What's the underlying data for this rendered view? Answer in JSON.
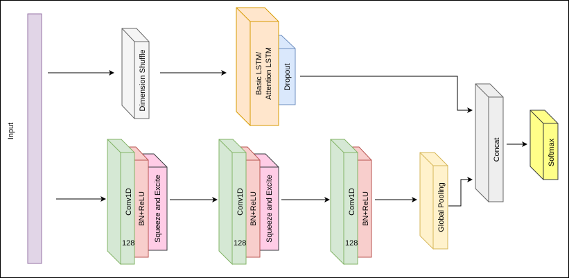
{
  "diagram": {
    "input": {
      "label": "Input",
      "fill": "#e1d5e7",
      "stroke": "#9673a6"
    },
    "top_branch": {
      "dimension_shuffle": {
        "label": "Dimension Shuffle",
        "fill": "#f5f5f5",
        "stroke": "#666666"
      },
      "lstm": {
        "label_line1": "Basic LSTM/",
        "label_line2": "Attention LSTM",
        "fill": "#ffe6cc",
        "stroke": "#d79b00"
      },
      "dropout": {
        "label": "Dropout",
        "fill": "#dae8fc",
        "stroke": "#6c8ebf"
      }
    },
    "bottom_branch": {
      "blocks": [
        {
          "conv": {
            "label": "Conv1D",
            "filters": "128"
          },
          "bn": {
            "label": "BN+ReLU"
          },
          "se": {
            "label": "Squeeze and Excite"
          }
        },
        {
          "conv": {
            "label": "Conv1D",
            "filters": "128"
          },
          "bn": {
            "label": "BN+ReLU"
          },
          "se": {
            "label": "Squeeze and Excite"
          }
        },
        {
          "conv": {
            "label": "Conv1D",
            "filters": "128"
          },
          "bn": {
            "label": "BN+ReLU"
          }
        }
      ],
      "global_pooling": {
        "label": "Global Pooling",
        "fill": "#fff2cc",
        "stroke": "#d6b656"
      }
    },
    "concat": {
      "label": "Concat",
      "fill": "#eeeeee",
      "stroke": "#666666"
    },
    "softmax": {
      "label": "Softmax",
      "fill": "#ffff88",
      "stroke": "#36393d"
    },
    "colors": {
      "conv_fill": "#d5e8d4",
      "conv_stroke": "#82b366",
      "bn_fill": "#f8cecc",
      "bn_stroke": "#b85450",
      "se_fill": "#ffcce6",
      "se_stroke": "#36393d",
      "arrow": "#000000"
    }
  }
}
